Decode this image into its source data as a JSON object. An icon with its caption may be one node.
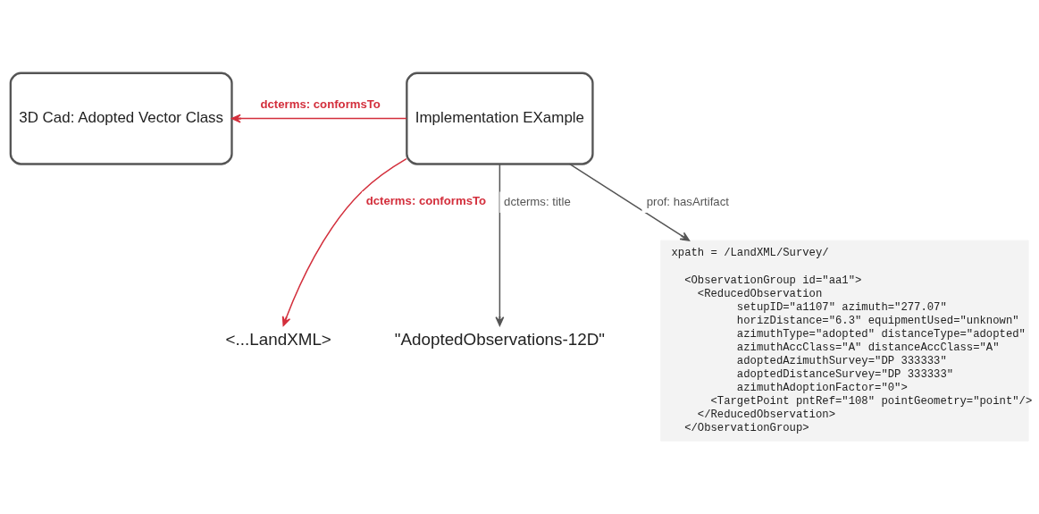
{
  "diagram": {
    "nodes": [
      {
        "text": [
          "Implementation EXample"
        ]
      },
      {
        "text": [
          "3D Cad: Adopted Vector Class"
        ]
      },
      {
        "text": [
          "<...LandXML>"
        ]
      },
      {
        "text": [
          "\"AdoptedObservations-12D\""
        ]
      },
      {
        "text": [
          "xpath = /LandXML/Survey/",
          "<ObservationGroup id=\"aa1\">",
          "<ReducedObservation",
          "setupID=\"a1107\" azimuth=\"277.07\"",
          "horizDistance=\"6.3\" equipmentUsed=\"unknown\"",
          "azimuthType=\"adopted\" distanceType=\"adopted\"",
          "azimuthAccClass=\"A\" distanceAccClass=\"A\"",
          "adoptedAzimuthSurvey=\"DP 333333\"",
          "adoptedDistanceSurvey=\"DP 333333\"",
          "azimuthAdoptionFactor=\"0\">",
          "<TargetPoint pntRef=\"108\" pointGeometry=\"point\"/>",
          "</ReducedObservation>",
          "</ObservationGroup>"
        ]
      }
    ],
    "edges": [
      {
        "from": 0,
        "to": 1,
        "arrow": "to",
        "label": "dcterms: conformsTo",
        "color": "#d32f3c"
      },
      {
        "from": 0,
        "to": 2,
        "arrow": "to",
        "label": "dcterms: conformsTo",
        "color": "#d32f3c"
      },
      {
        "from": 0,
        "to": 4,
        "arrow": "to",
        "label": "prof: hasArtifact",
        "color": "#555555"
      },
      {
        "from": 0,
        "to": 3,
        "arrow": "to",
        "label": "dcterms: title",
        "color": "#555555"
      }
    ]
  }
}
